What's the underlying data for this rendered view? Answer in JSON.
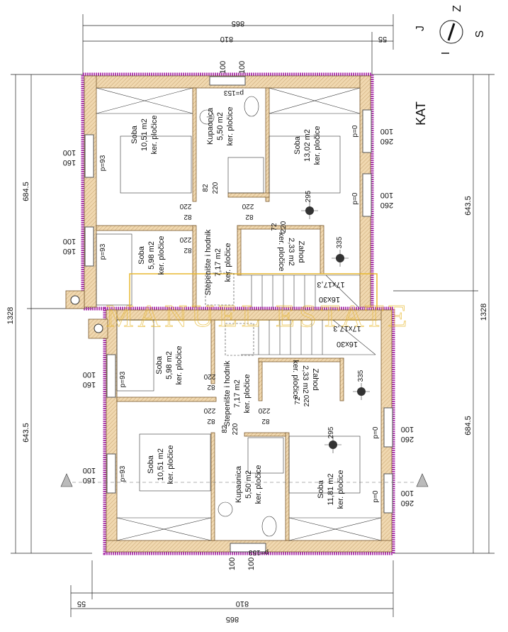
{
  "plan": {
    "title": "KAT",
    "watermark": "MANUEL ESTATE",
    "colors": {
      "wall": "#f0d8b0",
      "outer_band": "#b040b0",
      "watermark": "#e8b830"
    },
    "compass": {
      "north": "Z",
      "south": "S",
      "west": "J",
      "east": "I"
    }
  },
  "dimensions": {
    "top_total": "865",
    "top_inner": "810",
    "top_offset": "55",
    "bottom_total": "865",
    "bottom_inner": "810",
    "bottom_offset": "55",
    "left_upper": "684.5",
    "left_lower": "643.5",
    "left_total": "1328",
    "right_upper": "643.5",
    "right_lower": "684.5",
    "right_total": "1328",
    "top_window_a": "100",
    "top_window_b": "100",
    "bottom_window_a": "100",
    "bottom_window_b": "100"
  },
  "windows": {
    "left_top": "160",
    "left_bottom": "100",
    "right_top": "260",
    "right_bottom": "100"
  },
  "upper_unit": {
    "rooms": [
      {
        "name": "Soba",
        "area": "10,51 m2",
        "floor": "ker. pločice"
      },
      {
        "name": "Kupaonica",
        "area": "5,50 m2",
        "floor": "ker. pločice"
      },
      {
        "name": "Soba",
        "area": "13,02 m2",
        "floor": "ker. pločice"
      },
      {
        "name": "Soba",
        "area": "5,98 m2",
        "floor": "ker. pločice"
      },
      {
        "name": "Stepenište i hodnik",
        "area": "7,17 m2",
        "floor": "ker. pločice"
      },
      {
        "name": "Zahod",
        "area": "2,33 m2",
        "floor": "ker. pločice"
      }
    ],
    "stairs": {
      "step": "17x17,3",
      "tread": "16x30"
    },
    "sills": [
      "p=93",
      "p=93",
      "p=153",
      "p=0",
      "p=0"
    ],
    "doors": {
      "w82": "82",
      "h220": "220",
      "w72": "72"
    },
    "heights": [
      "295",
      "335"
    ]
  },
  "lower_unit": {
    "rooms": [
      {
        "name": "Soba",
        "area": "5,98 m2",
        "floor": "ker. pločice"
      },
      {
        "name": "Stepenište i hodnik",
        "area": "7,17 m2",
        "floor": "ker. pločice"
      },
      {
        "name": "Zahod",
        "area": "2,33 m2",
        "floor": "ker. pločice"
      },
      {
        "name": "Soba",
        "area": "10,51 m2",
        "floor": "ker. pločice"
      },
      {
        "name": "Kupaonica",
        "area": "5,50 m2",
        "floor": "ker. pločice"
      },
      {
        "name": "Soba",
        "area": "11,81 m2",
        "floor": "ker. pločice"
      }
    ],
    "stairs": {
      "step": "17x17,3",
      "tread": "16x30"
    },
    "sills": [
      "p=93",
      "p=93",
      "p=153",
      "p=0",
      "p=0"
    ],
    "doors": {
      "w82": "82",
      "h220": "220",
      "w72": "72"
    },
    "heights": [
      "295",
      "335"
    ]
  }
}
